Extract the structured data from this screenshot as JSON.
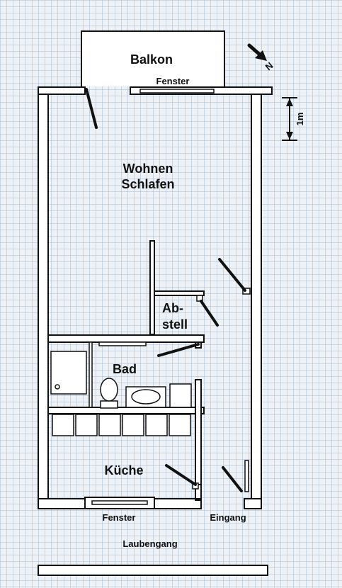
{
  "rooms": {
    "balcony": "Balkon",
    "living_line1": "Wohnen",
    "living_line2": "Schlafen",
    "storage_line1": "Ab-",
    "storage_line2": "stell",
    "bath": "Bad",
    "kitchen": "Küche"
  },
  "labels": {
    "window_top": "Fenster",
    "window_bottom": "Fenster",
    "entrance": "Eingang",
    "corridor": "Laubengang"
  },
  "scale": {
    "label": "1m"
  },
  "compass": {
    "label": "N"
  }
}
